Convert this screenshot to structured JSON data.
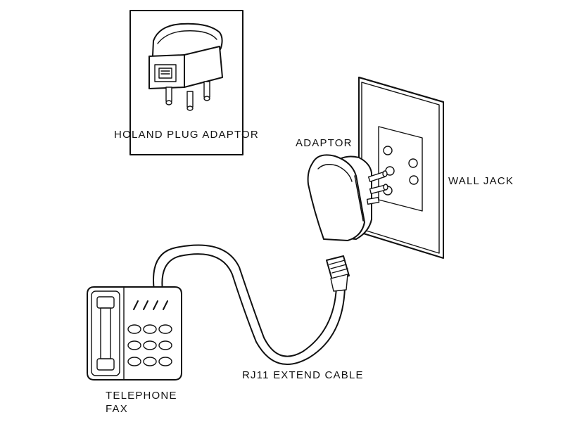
{
  "labels": {
    "inset_caption": "HOLAND PLUG ADAPTOR",
    "adaptor": "ADAPTOR",
    "wall_jack": "WALL JACK",
    "cable": "RJ11 EXTEND CABLE",
    "telephone_line1": "TELEPHONE",
    "telephone_line2": "FAX"
  }
}
